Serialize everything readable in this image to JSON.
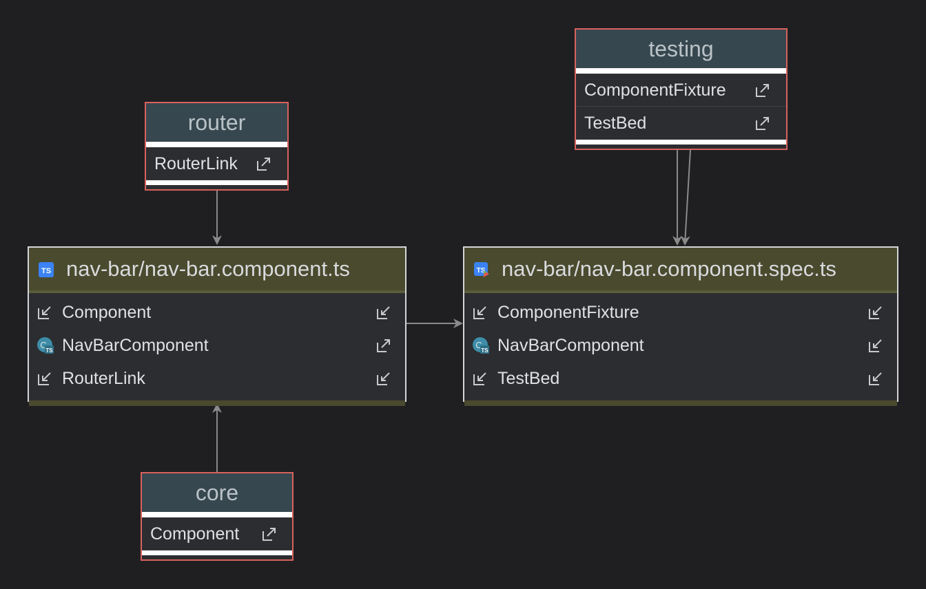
{
  "diagram": {
    "colors": {
      "background": "#1f1f22",
      "external_border": "#d9625d",
      "external_header": "#37474f",
      "file_header": "#4a4a2e",
      "edge": "#8a8a8a"
    },
    "router": {
      "title": "router",
      "items": [
        {
          "label": "RouterLink",
          "icon": "export-arrow-icon"
        }
      ]
    },
    "testing": {
      "title": "testing",
      "items": [
        {
          "label": "ComponentFixture",
          "icon": "export-arrow-icon"
        },
        {
          "label": "TestBed",
          "icon": "export-arrow-icon"
        }
      ]
    },
    "core": {
      "title": "core",
      "items": [
        {
          "label": "Component",
          "icon": "export-arrow-icon"
        }
      ]
    },
    "component_file": {
      "title": "nav-bar/nav-bar.component.ts",
      "icon": "typescript-file-icon",
      "items": [
        {
          "label": "Component",
          "left_icon": "import-arrow-icon",
          "right_icon": "import-arrow-icon"
        },
        {
          "label": "NavBarComponent",
          "left_icon": "typescript-class-icon",
          "right_icon": "export-arrow-icon"
        },
        {
          "label": "RouterLink",
          "left_icon": "import-arrow-icon",
          "right_icon": "import-arrow-icon"
        }
      ]
    },
    "spec_file": {
      "title": "nav-bar/nav-bar.component.spec.ts",
      "icon": "typescript-test-file-icon",
      "items": [
        {
          "label": "ComponentFixture",
          "left_icon": "import-arrow-icon",
          "right_icon": "import-arrow-icon"
        },
        {
          "label": "NavBarComponent",
          "left_icon": "typescript-class-icon",
          "right_icon": "import-arrow-icon"
        },
        {
          "label": "TestBed",
          "left_icon": "import-arrow-icon",
          "right_icon": "import-arrow-icon"
        }
      ]
    }
  }
}
